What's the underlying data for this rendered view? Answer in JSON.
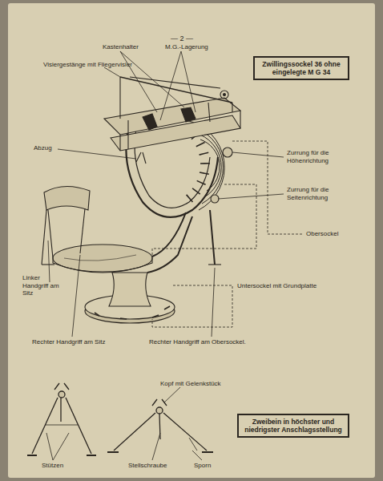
{
  "diagram": {
    "nodes": [
      {
        "text": [
          "Zwillingssockel 36 ohne eingelegte M G 34"
        ]
      },
      {
        "text": [
          "Zweibein in höchster und niedrigster Anschlagsstellung"
        ]
      }
    ],
    "edges": [],
    "labels": [
      "— 2 —",
      "Kastenhalter",
      "M.G.-Lagerung",
      "Visiergestänge mit Fliegervisier",
      "Abzug",
      "Zurrung für die Höhenrichtung",
      "Zurrung für die Seitenrichtung",
      "Obersockel",
      "Linker Handgriff am Sitz",
      "Untersockel mit Grundplatte",
      "Rechter Handgriff am Sitz",
      "Rechter Handgriff am Obersockel.",
      "Kopf mit Gelenkstück",
      "Stützen",
      "Stellschraube",
      "Sporn"
    ]
  }
}
